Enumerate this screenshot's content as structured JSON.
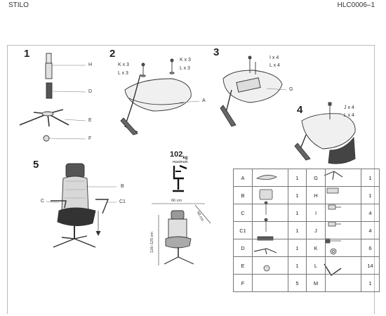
{
  "header": {
    "model": "STILO",
    "code": "HLC0006–1"
  },
  "steps": [
    "1",
    "2",
    "3",
    "4",
    "5"
  ],
  "step1": {
    "labels": [
      "H",
      "D",
      "E",
      "F"
    ]
  },
  "step2": {
    "callouts": [
      "K x 3",
      "L x 3",
      "K x 3",
      "L x 3"
    ],
    "part": "A"
  },
  "step3": {
    "callouts": [
      "I x 4",
      "L x 4"
    ],
    "part": "G"
  },
  "step4": {
    "callouts": [
      "J x 4",
      "L x 4"
    ]
  },
  "step5": {
    "labels": [
      "B",
      "C",
      "C1"
    ]
  },
  "weight": {
    "value": "102",
    "unit": "kg",
    "note": "maximum"
  },
  "dims": {
    "width": "66 cm",
    "depth": "48 cm",
    "height": "116–125 cm"
  },
  "parts": [
    {
      "l": "A",
      "q": "1",
      "l2": "G",
      "q2": "1"
    },
    {
      "l": "B",
      "q": "1",
      "l2": "H",
      "q2": "1"
    },
    {
      "l": "C",
      "q": "1",
      "l2": "I",
      "q2": "4"
    },
    {
      "l": "C1",
      "q": "1",
      "l2": "J",
      "q2": "4"
    },
    {
      "l": "D",
      "q": "1",
      "l2": "K",
      "q2": "6"
    },
    {
      "l": "E",
      "q": "1",
      "l2": "L",
      "q2": "14"
    },
    {
      "l": "F",
      "q": "5",
      "l2": "M",
      "q2": "1"
    }
  ]
}
